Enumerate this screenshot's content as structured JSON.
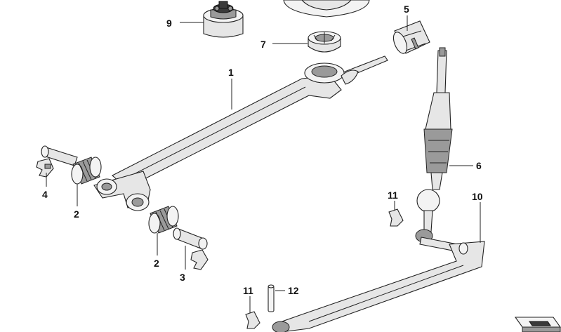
{
  "diagram": {
    "callouts": [
      {
        "id": "9",
        "label": "9"
      },
      {
        "id": "7",
        "label": "7"
      },
      {
        "id": "5",
        "label": "5"
      },
      {
        "id": "1",
        "label": "1"
      },
      {
        "id": "6",
        "label": "6"
      },
      {
        "id": "4",
        "label": "4"
      },
      {
        "id": "2a",
        "label": "2"
      },
      {
        "id": "2b",
        "label": "2"
      },
      {
        "id": "3",
        "label": "3"
      },
      {
        "id": "11a",
        "label": "11"
      },
      {
        "id": "10",
        "label": "10"
      },
      {
        "id": "11b",
        "label": "11"
      },
      {
        "id": "12",
        "label": "12"
      }
    ]
  }
}
